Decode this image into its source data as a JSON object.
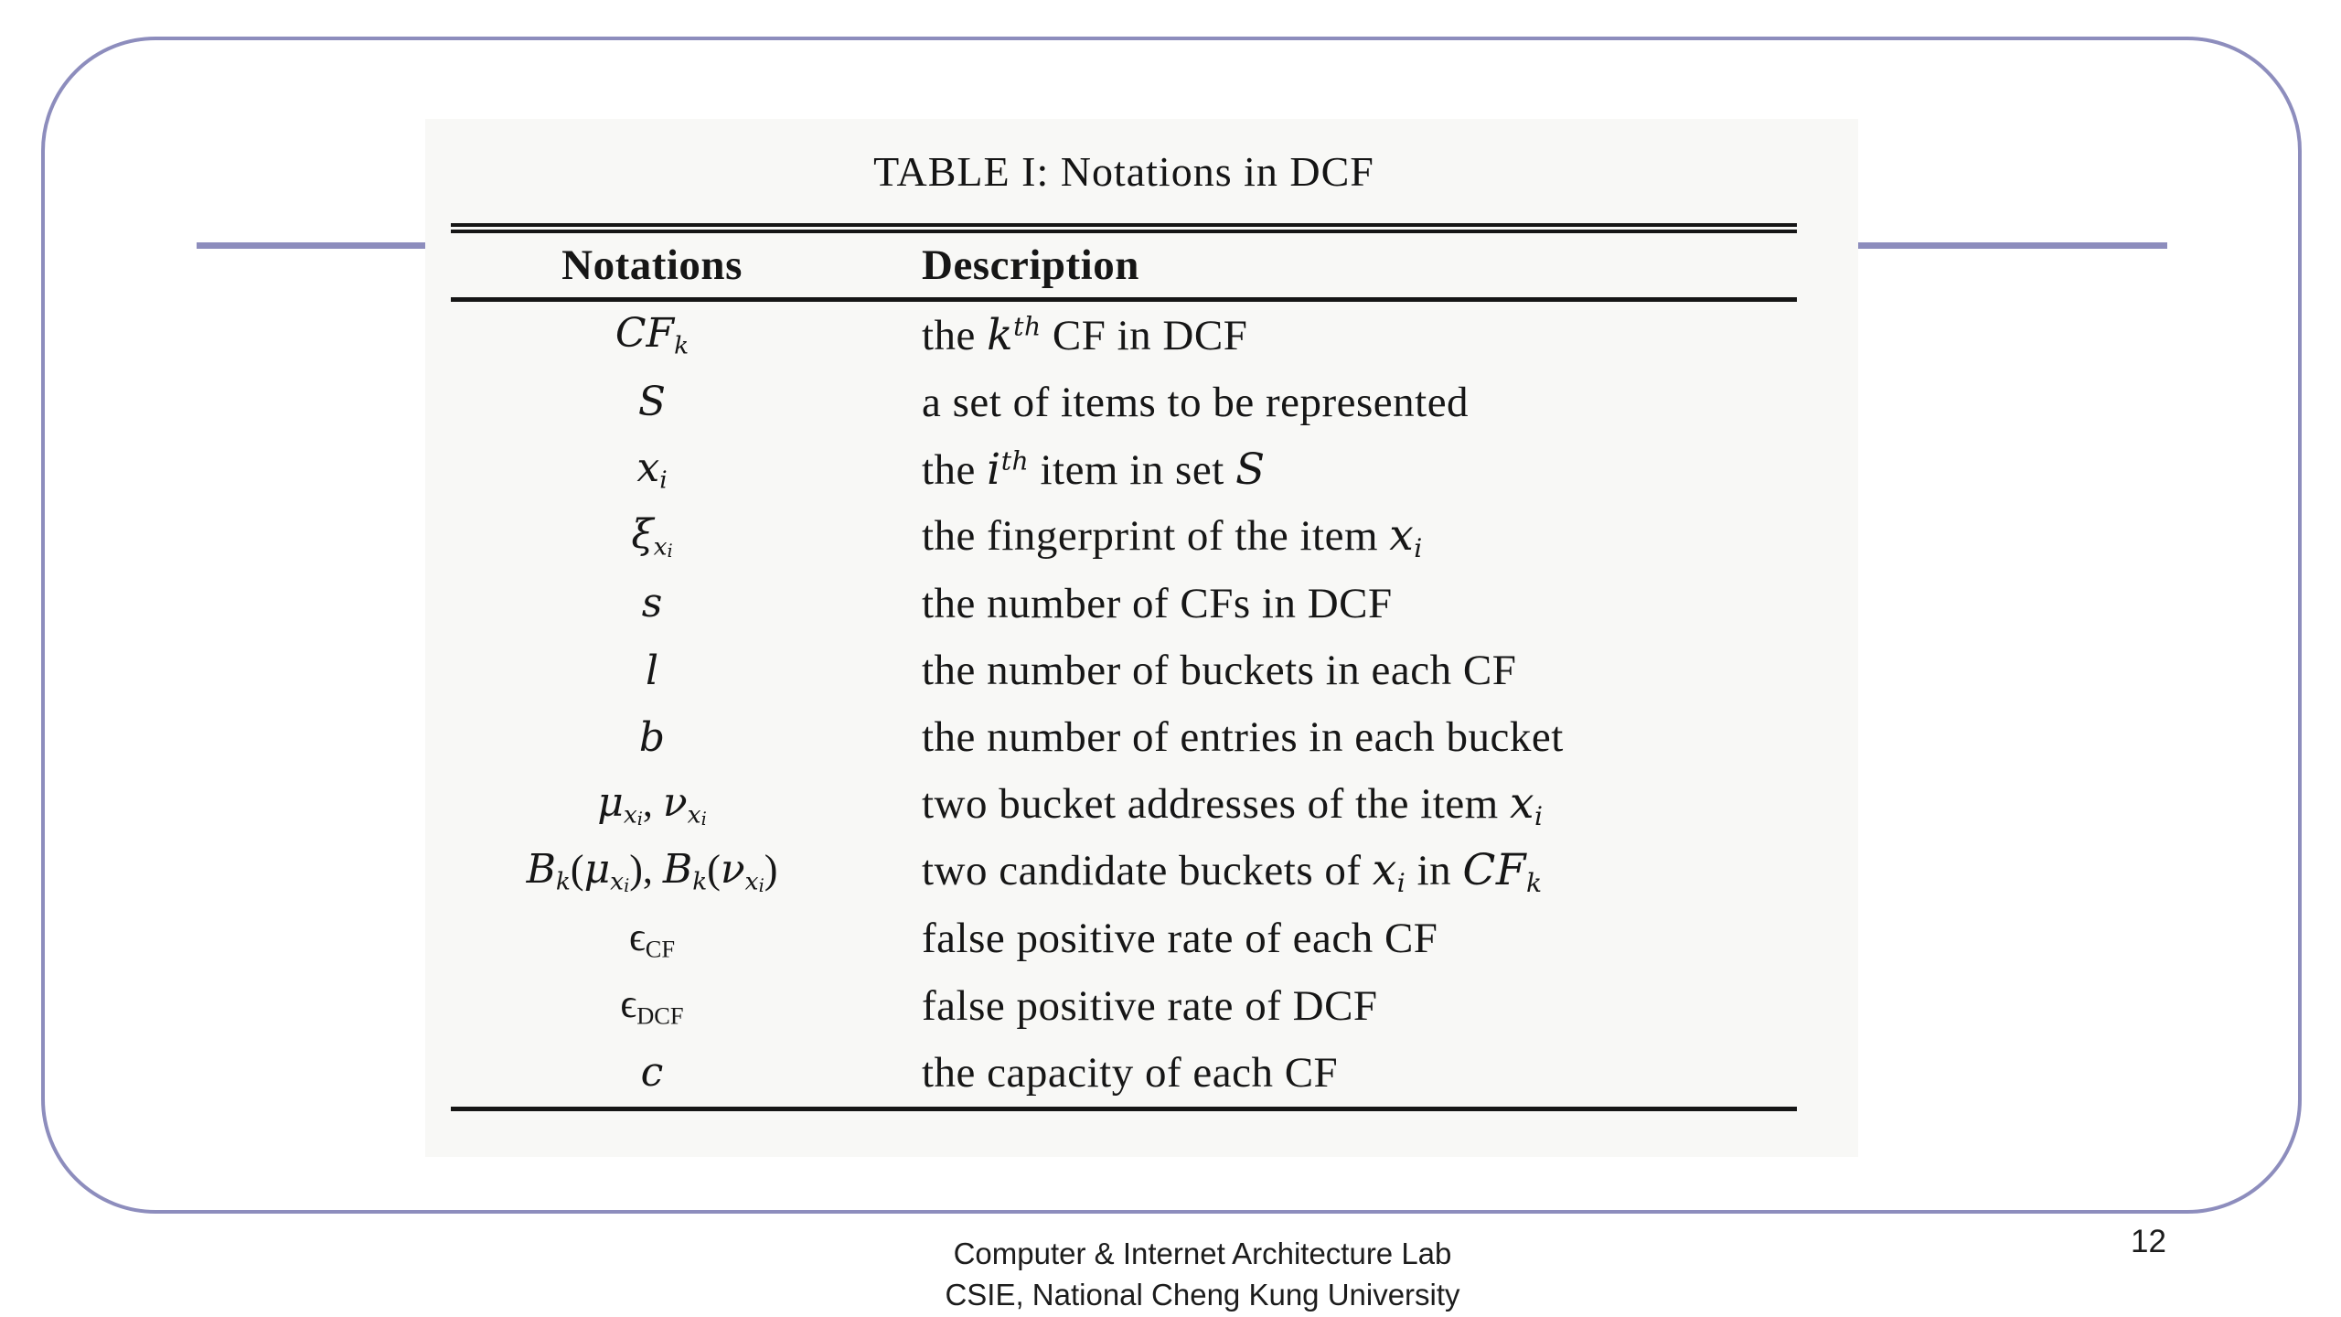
{
  "slide": {
    "accent_color": "#8d8dbd",
    "footer_line1": "Computer & Internet Architecture Lab",
    "footer_line2": "CSIE, National Cheng Kung University",
    "page_number": "12"
  },
  "table": {
    "title": "TABLE I: Notations in DCF",
    "columns": [
      "Notations",
      "Description"
    ],
    "rows": [
      {
        "notation": [
          {
            "t": "CF",
            "c": "it"
          },
          {
            "t": "k",
            "c": "sub it"
          }
        ],
        "description": [
          {
            "t": "the "
          },
          {
            "t": "k",
            "c": "it"
          },
          {
            "t": "th",
            "c": "sup it"
          },
          {
            "t": " CF in DCF"
          }
        ]
      },
      {
        "notation": [
          {
            "t": "S",
            "c": "it"
          }
        ],
        "description": [
          {
            "t": "a set of items to be represented"
          }
        ]
      },
      {
        "notation": [
          {
            "t": "x",
            "c": "it"
          },
          {
            "t": "i",
            "c": "sub it"
          }
        ],
        "description": [
          {
            "t": "the "
          },
          {
            "t": "i",
            "c": "it"
          },
          {
            "t": "th",
            "c": "sup it"
          },
          {
            "t": " item in set "
          },
          {
            "t": "S",
            "c": "it"
          }
        ]
      },
      {
        "notation": [
          {
            "t": "ξ",
            "c": "it"
          },
          {
            "t": "x",
            "c": "sub it"
          },
          {
            "t": "i",
            "c": "subsub it"
          }
        ],
        "description": [
          {
            "t": "the fingerprint of the item "
          },
          {
            "t": "x",
            "c": "it"
          },
          {
            "t": "i",
            "c": "sub it"
          }
        ]
      },
      {
        "notation": [
          {
            "t": "s",
            "c": "it"
          }
        ],
        "description": [
          {
            "t": "the number of CFs in DCF"
          }
        ]
      },
      {
        "notation": [
          {
            "t": "l",
            "c": "it"
          }
        ],
        "description": [
          {
            "t": "the number of buckets in each CF"
          }
        ]
      },
      {
        "notation": [
          {
            "t": "b",
            "c": "it"
          }
        ],
        "description": [
          {
            "t": "the number of entries in each bucket"
          }
        ]
      },
      {
        "notation": [
          {
            "t": "μ",
            "c": "it"
          },
          {
            "t": "x",
            "c": "sub it"
          },
          {
            "t": "i",
            "c": "subsub it"
          },
          {
            "t": ", "
          },
          {
            "t": "ν",
            "c": "it"
          },
          {
            "t": "x",
            "c": "sub it"
          },
          {
            "t": "i",
            "c": "subsub it"
          }
        ],
        "description": [
          {
            "t": "two bucket addresses of the item "
          },
          {
            "t": "x",
            "c": "it"
          },
          {
            "t": "i",
            "c": "sub it"
          }
        ]
      },
      {
        "notation": [
          {
            "t": "B",
            "c": "it"
          },
          {
            "t": "k",
            "c": "sub it"
          },
          {
            "t": "("
          },
          {
            "t": "μ",
            "c": "it"
          },
          {
            "t": "x",
            "c": "sub it"
          },
          {
            "t": "i",
            "c": "subsub it"
          },
          {
            "t": ")"
          },
          {
            "t": ", "
          },
          {
            "t": "B",
            "c": "it"
          },
          {
            "t": "k",
            "c": "sub it"
          },
          {
            "t": "("
          },
          {
            "t": "ν",
            "c": "it"
          },
          {
            "t": "x",
            "c": "sub it"
          },
          {
            "t": "i",
            "c": "subsub it"
          },
          {
            "t": ")"
          }
        ],
        "description": [
          {
            "t": "two candidate buckets of "
          },
          {
            "t": "x",
            "c": "it"
          },
          {
            "t": "i",
            "c": "sub it"
          },
          {
            "t": " in "
          },
          {
            "t": "CF",
            "c": "it"
          },
          {
            "t": "k",
            "c": "sub it"
          }
        ]
      },
      {
        "notation": [
          {
            "t": "ϵ"
          },
          {
            "t": "CF",
            "c": "sub"
          }
        ],
        "description": [
          {
            "t": "false positive rate of each CF"
          }
        ]
      },
      {
        "notation": [
          {
            "t": "ϵ"
          },
          {
            "t": "DCF",
            "c": "sub"
          }
        ],
        "description": [
          {
            "t": "false positive rate of DCF"
          }
        ]
      },
      {
        "notation": [
          {
            "t": "c",
            "c": "it"
          }
        ],
        "description": [
          {
            "t": "the capacity of each CF"
          }
        ]
      }
    ]
  }
}
